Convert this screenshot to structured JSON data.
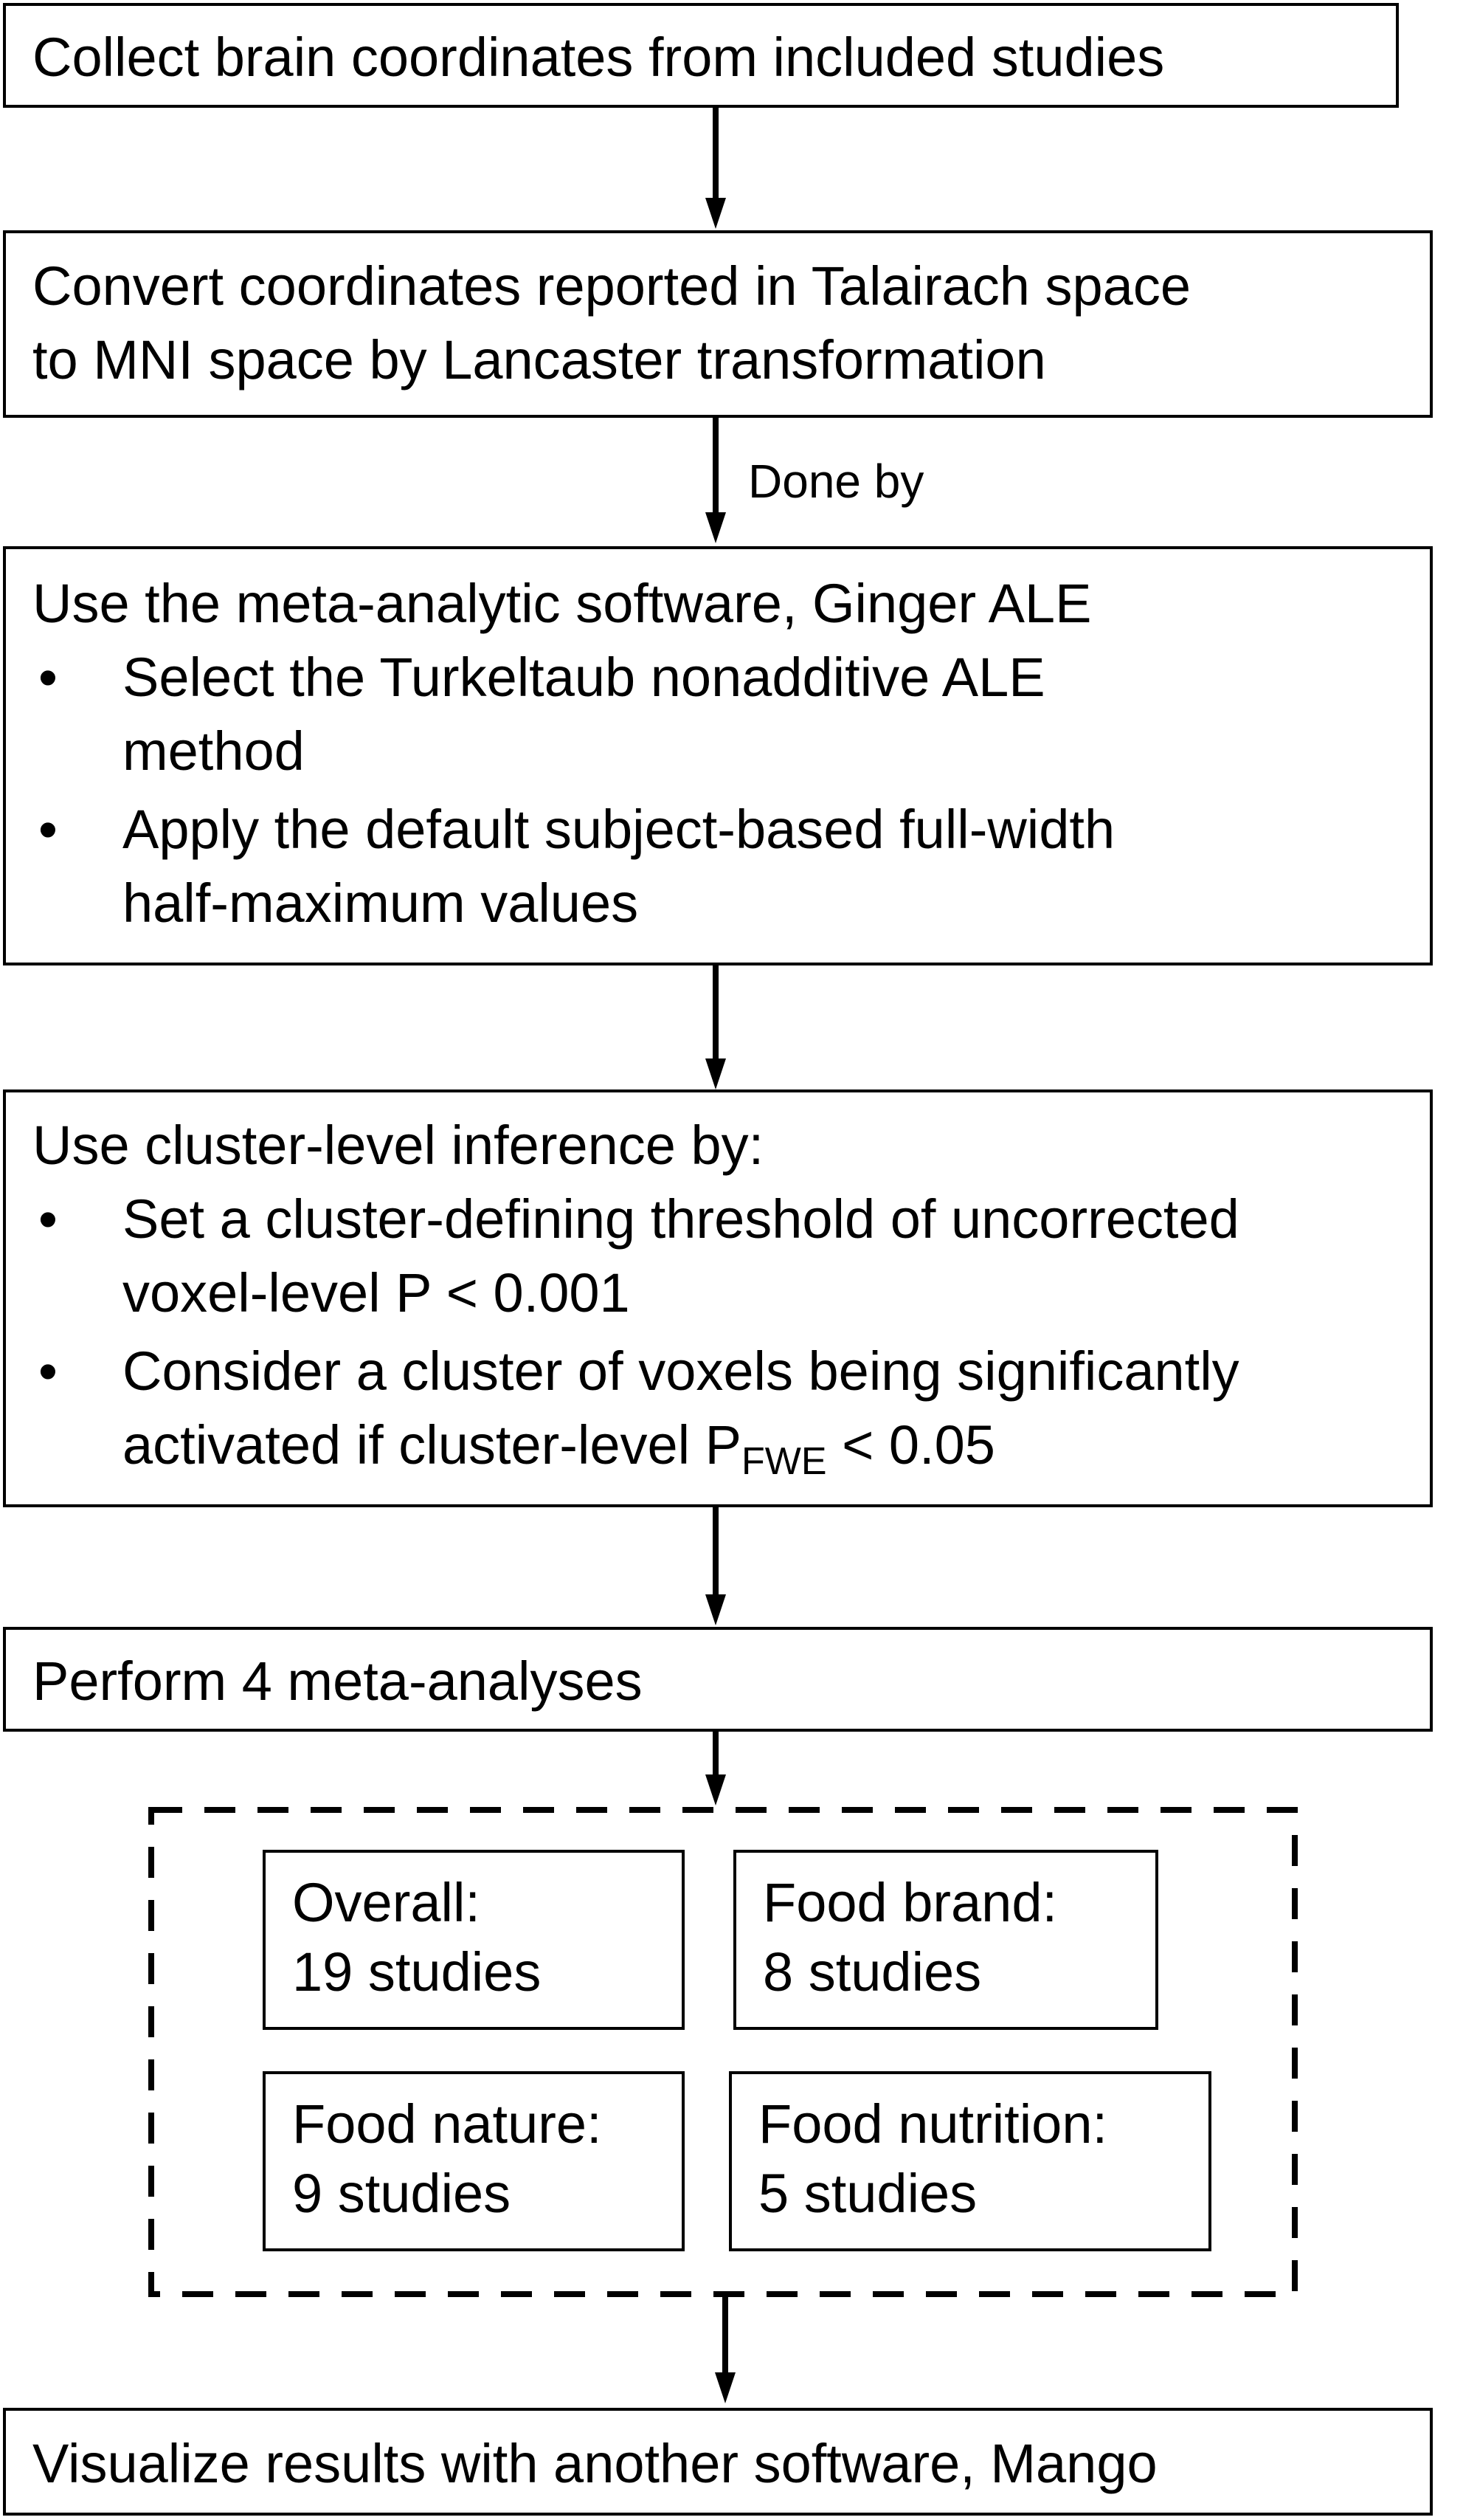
{
  "steps": {
    "collect": "Collect brain coordinates from included studies",
    "convert": "Convert coordinates reported in Talairach space\nto MNI space by Lancaster transformation",
    "connector_label": "Done by",
    "ginger": {
      "heading": "Use the meta-analytic software, Ginger ALE",
      "bullet_char": "•",
      "bullet_1": "Select the Turkeltaub nonadditive ALE\nmethod",
      "bullet_2": "Apply the default subject-based full-width\nhalf-maximum values"
    },
    "cluster": {
      "heading": "Use cluster-level inference by:",
      "bullet_char": "•",
      "bullet_1": "Set a cluster-defining threshold of uncorrected\nvoxel-level P < 0.001",
      "bullet_2_line1": "Consider a cluster of voxels being significantly",
      "bullet_2_line2_prefix": "activated if cluster-level P",
      "bullet_2_subscript": "FWE",
      "bullet_2_line2_suffix": " < 0.05"
    },
    "perform": "Perform 4 meta-analyses",
    "analyses": [
      {
        "title": "Overall:",
        "count": "19 studies"
      },
      {
        "title": "Food brand:",
        "count": "8 studies"
      },
      {
        "title": "Food nature:",
        "count": "9 studies"
      },
      {
        "title": "Food nutrition:",
        "count": "5 studies"
      }
    ],
    "visualize": "Visualize results with another software, Mango"
  }
}
